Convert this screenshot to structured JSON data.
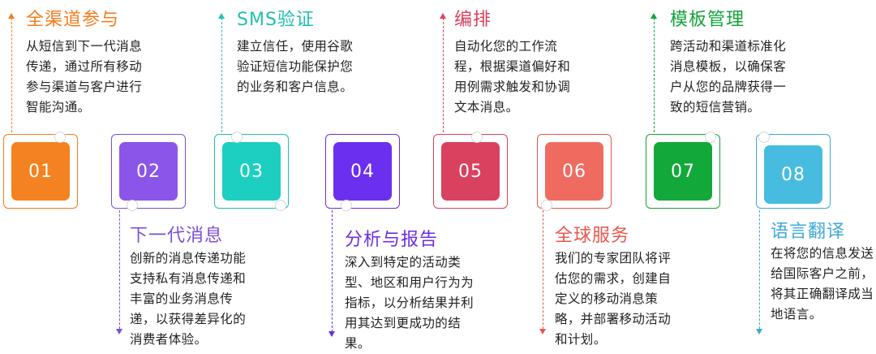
{
  "steps": [
    {
      "num": "01",
      "title": "全渠道参与",
      "desc": "从短信到下一代消息传递，通过所有移动参与渠道与客户进行智能沟通。",
      "color": "#f47c20",
      "tile": "#f58220"
    },
    {
      "num": "02",
      "title": "下一代消息",
      "desc": "创新的消息传递功能支持私有消息传递和丰富的业务消息传递，以获得差异化的消费者体验。",
      "color": "#7b4fd6",
      "tile": "#8a55e8"
    },
    {
      "num": "03",
      "title": "SMS验证",
      "desc": "建立信任，使用谷歌验证短信功能保护您的业务和客户信息。",
      "color": "#1fbfb0",
      "tile": "#1ccfc0"
    },
    {
      "num": "04",
      "title": "分析与报告",
      "desc": "深入到特定的活动类型、地区和用户行为为指标，以分析结果并利用其达到更成功的结果。",
      "color": "#6a2fe0",
      "tile": "#6b2ff0"
    },
    {
      "num": "05",
      "title": "编排",
      "desc": "自动化您的工作流程，根据渠道偏好和用例需求触发和协调文本消息。",
      "color": "#d9405e",
      "tile": "#d9415f"
    },
    {
      "num": "06",
      "title": "全球服务",
      "desc": "我们的专家团队将评估您的需求，创建自定义的移动消息策略，并部署移动活动和计划。",
      "color": "#e8564f",
      "tile": "#ef6b60"
    },
    {
      "num": "07",
      "title": "模板管理",
      "desc": "跨活动和渠道标准化消息模板，以确保客户从您的品牌获得一致的短信营销。",
      "color": "#13a33a",
      "tile": "#12a83a"
    },
    {
      "num": "08",
      "title": "语言翻译",
      "desc": "在将您的信息发送给国际客户之前，将其正确翻译成当地语言。",
      "color": "#3fa9d6",
      "tile": "#48bce0"
    }
  ]
}
